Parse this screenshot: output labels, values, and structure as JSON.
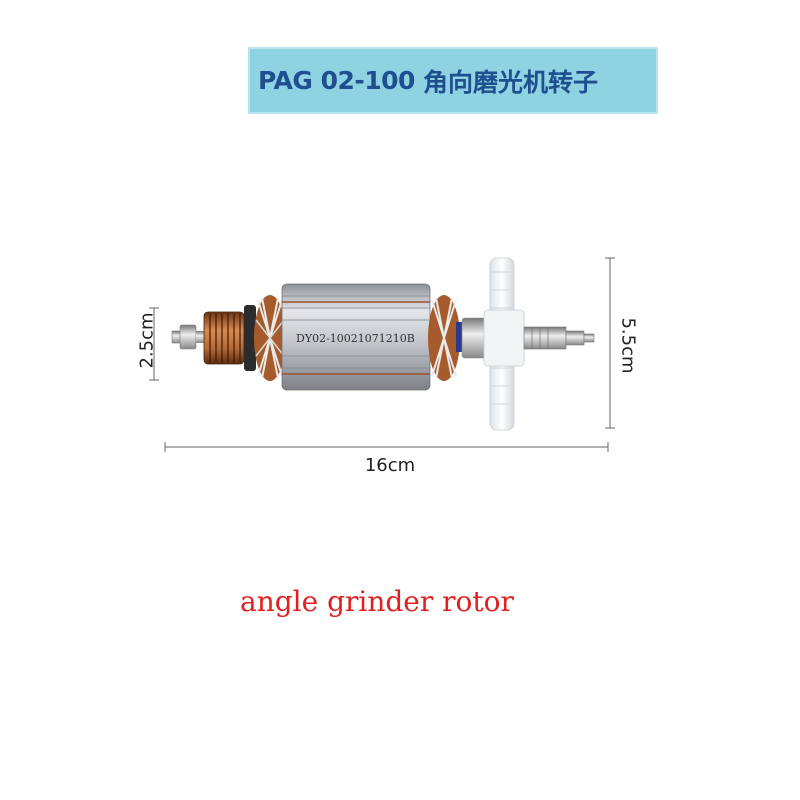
{
  "banner": {
    "model": "PAG 02-100",
    "name": "角向磨光机转子"
  },
  "dimensions": {
    "diameter_core": "2.5cm",
    "diameter_fan": "5.5cm",
    "length": "16cm"
  },
  "rotor": {
    "stamp": "DY02-10021071210B"
  },
  "caption": "angle grinder rotor",
  "colors": {
    "banner_bg": "#8fd3e3",
    "banner_text": "#1f4f8f",
    "caption": "#e0211f",
    "copper": "#b86a3a",
    "steel": "#b9bcc2",
    "fan": "#f4f6f8"
  }
}
